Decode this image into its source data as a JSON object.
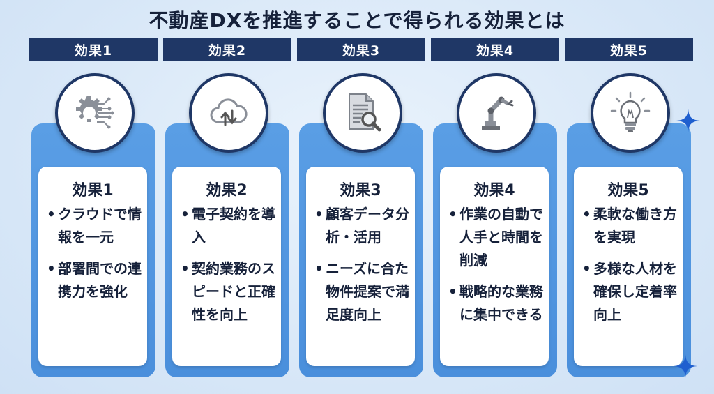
{
  "title": "不動産DXを推進することで得られる効果とは",
  "colors": {
    "header": "#1f3766",
    "card": "#4a8fdc",
    "sparkle": "#1f5fcf"
  },
  "columns": [
    {
      "header": "効果1",
      "icon": "gear-circuit-icon",
      "card_title": "効果1",
      "bullets": [
        "クラウドで情報を一元",
        "部署間での連携力を強化"
      ]
    },
    {
      "header": "効果2",
      "icon": "cloud-sync-icon",
      "card_title": "効果2",
      "bullets": [
        "電子契約を導入",
        "契約業務のスピードと正確性を向上"
      ]
    },
    {
      "header": "効果3",
      "icon": "document-search-icon",
      "card_title": "効果3",
      "bullets": [
        "顧客データ分析・活用",
        "ニーズに合た物件提案で満足度向上"
      ]
    },
    {
      "header": "効果4",
      "icon": "robot-arm-icon",
      "card_title": "効果4",
      "bullets": [
        "作業の自動で人手と時間を削減",
        "戦略的な業務に集中できる"
      ]
    },
    {
      "header": "効果5",
      "icon": "lightbulb-icon",
      "card_title": "効果5",
      "bullets": [
        "柔軟な働き方を実現",
        "多様な人材を確保し定着率向上"
      ]
    }
  ]
}
